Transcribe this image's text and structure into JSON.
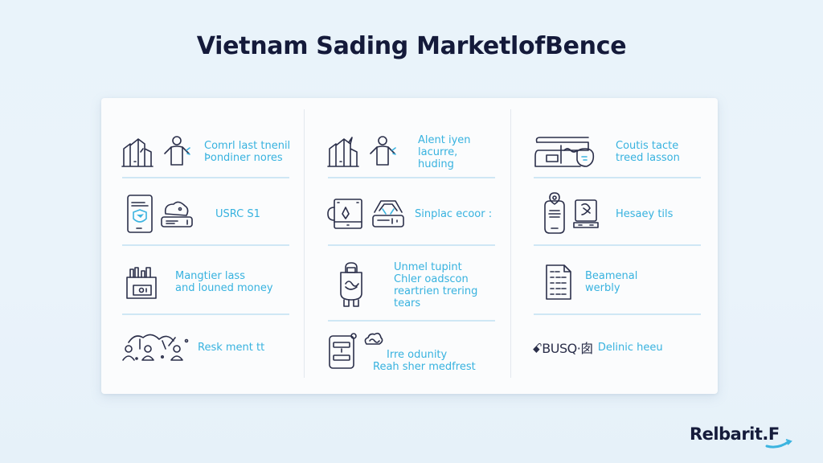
{
  "title": "Vietnam Sading MarketlofBence",
  "columns": [
    {
      "items": [
        {
          "icons": [
            "buildings-icon",
            "person-icon"
          ],
          "lines": [
            "Comrl last tnenil",
            "Þondiner nores"
          ]
        },
        {
          "icons": [
            "tablet-shield-icon",
            "piggy-bank-icon"
          ],
          "lines": [
            "USRC S1"
          ]
        },
        {
          "icons": [
            "cash-register-icon"
          ],
          "lines": [
            "Mangtier lass",
            "and louned money"
          ]
        },
        {
          "icons": [
            "people-network-icon"
          ],
          "lines": [
            "Resk ment tt"
          ]
        }
      ]
    },
    {
      "items": [
        {
          "icons": [
            "buildings-icon",
            "person-icon"
          ],
          "lines": [
            "Alent iyen",
            "lacurre, huding"
          ]
        },
        {
          "icons": [
            "mug-device-icon",
            "router-icon"
          ],
          "lines": [
            "Sinplac ecoor :"
          ]
        },
        {
          "icons": [
            "lock-bag-icon"
          ],
          "lines": [
            "Unmel tupint",
            "Chler oadscon",
            "reartrien trering",
            "tears"
          ]
        },
        {
          "icons": [
            "device-card-icon",
            "cloud-icon"
          ],
          "lines": [
            "Irre odunity",
            "Reah sher medfrest"
          ]
        }
      ]
    },
    {
      "items": [
        {
          "icons": [
            "storefront-sign-icon"
          ],
          "lines": [
            "Coutis tacte",
            "treed lasson"
          ]
        },
        {
          "icons": [
            "phone-pin-icon",
            "laptop-icon"
          ],
          "lines": [
            "Hesaey tils"
          ]
        },
        {
          "icons": [
            "document-grid-icon"
          ],
          "lines": [
            "Beamenal",
            "werbly"
          ]
        },
        {
          "icons": [
            "glyph-strip-icon"
          ],
          "glyph_text": "ꗃBUSQ·囱",
          "lines": [
            "Delinic heeu"
          ]
        }
      ]
    }
  ],
  "logo": {
    "text": "Relbarit.F"
  },
  "colors": {
    "accent": "#37b2df",
    "ink": "#151b3b",
    "separator": "#cfe7f5",
    "background": "#eaf3fa"
  }
}
